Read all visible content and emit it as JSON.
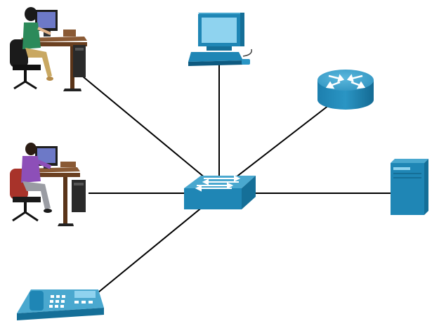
{
  "diagram": {
    "type": "star-network-topology",
    "colors": {
      "device_top": "#4aa8cf",
      "device_front": "#1f86b5",
      "device_side": "#156f98",
      "device_dark": "#0e5a80",
      "screen": "#8fd3ef",
      "link": "#000000",
      "wood": "#7a4a28",
      "desk_top": "#8a5a35"
    },
    "hub": {
      "id": "switch",
      "icon": "switch-icon"
    },
    "nodes": [
      {
        "id": "workstation-woman",
        "icon": "user-workstation-icon"
      },
      {
        "id": "pc",
        "icon": "desktop-computer-icon"
      },
      {
        "id": "router",
        "icon": "router-icon"
      },
      {
        "id": "workstation-man",
        "icon": "user-workstation-icon"
      },
      {
        "id": "server",
        "icon": "server-icon"
      },
      {
        "id": "ip-phone",
        "icon": "ip-phone-icon"
      }
    ],
    "links": [
      {
        "from": "switch",
        "to": "workstation-woman"
      },
      {
        "from": "switch",
        "to": "pc"
      },
      {
        "from": "switch",
        "to": "router"
      },
      {
        "from": "switch",
        "to": "workstation-man"
      },
      {
        "from": "switch",
        "to": "server"
      },
      {
        "from": "switch",
        "to": "ip-phone"
      }
    ]
  }
}
